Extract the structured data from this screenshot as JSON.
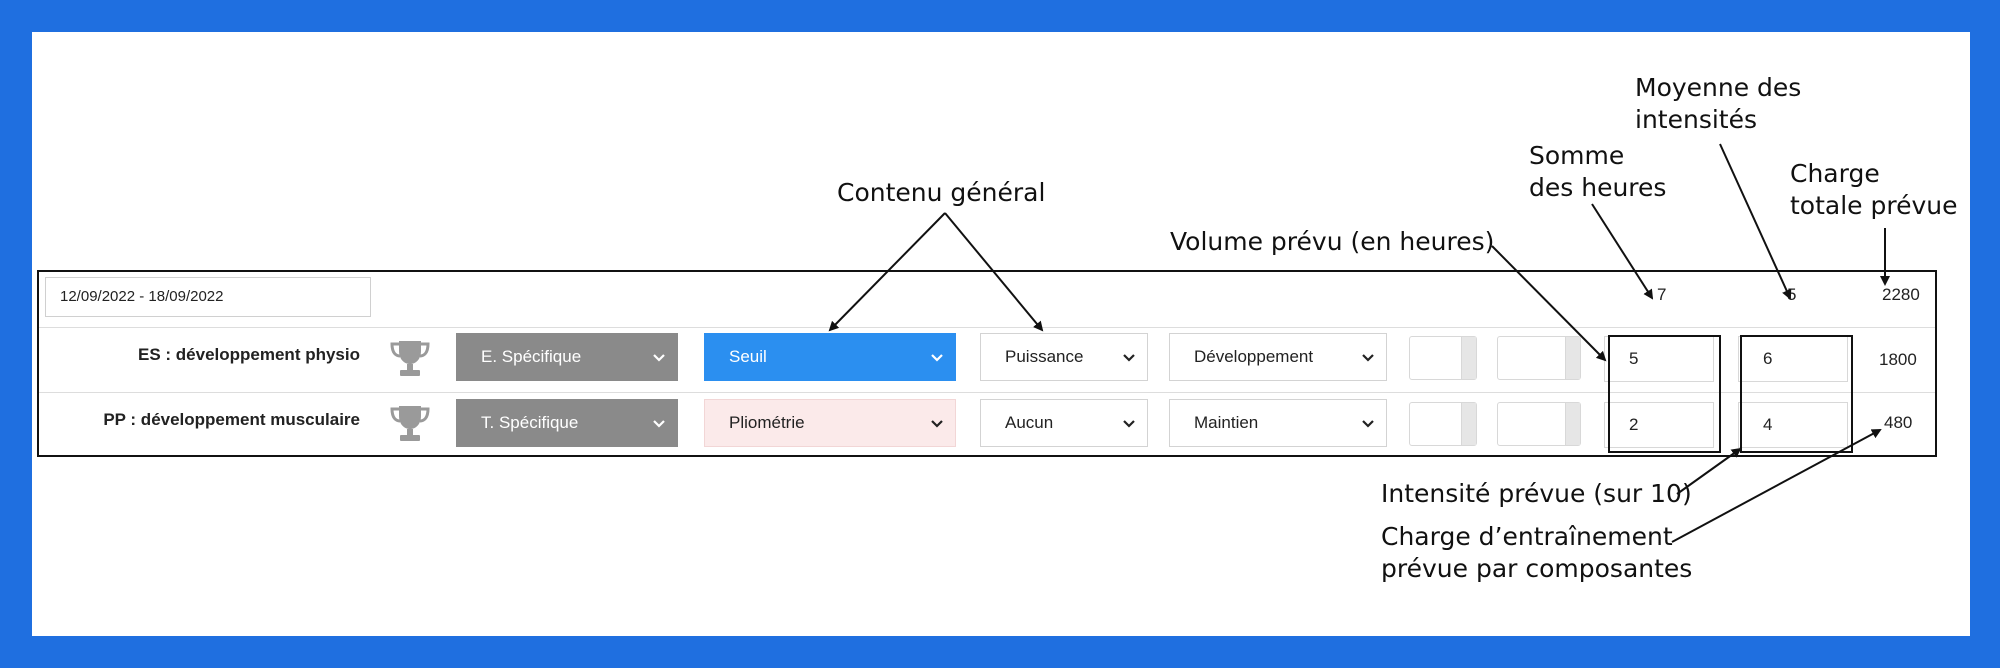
{
  "annotations": {
    "contenu_general": "Contenu général",
    "volume_prevu": "Volume prévu (en heures)",
    "somme_heures_line1": "Somme",
    "somme_heures_line2": "des heures",
    "moyenne_line1": "Moyenne des",
    "moyenne_line2": "intensités",
    "charge_totale_line1": "Charge",
    "charge_totale_line2": "totale prévue",
    "intensite_prevue": "Intensité prévue (sur 10)",
    "charge_composantes_line1": "Charge d’entraînement",
    "charge_composantes_line2": "prévue par composantes"
  },
  "header_row": {
    "date_range": "12/09/2022 - 18/09/2022",
    "total_hours": "7",
    "average_intensity": "5",
    "total_load": "2280"
  },
  "rows": [
    {
      "label": "ES : développement physio",
      "icon": "trophy-icon",
      "type": "E. Spécifique",
      "general_content": "Seuil",
      "quality": "Puissance",
      "objective": "Développement",
      "volume_hours": "5",
      "intensity": "6",
      "load": "1800"
    },
    {
      "label": "PP : développement musculaire",
      "icon": "trophy-icon",
      "type": "T. Spécifique",
      "general_content": "Pliométrie",
      "quality": "Aucun",
      "objective": "Maintien",
      "volume_hours": "2",
      "intensity": "4",
      "load": "480"
    }
  ],
  "colors": {
    "frame_blue": "#1f6fe0",
    "select_grey": "#8a8a8a",
    "select_blue": "#2b8ff0",
    "select_pink": "#fbeaea",
    "trophy_grey": "#9a9a9a"
  }
}
